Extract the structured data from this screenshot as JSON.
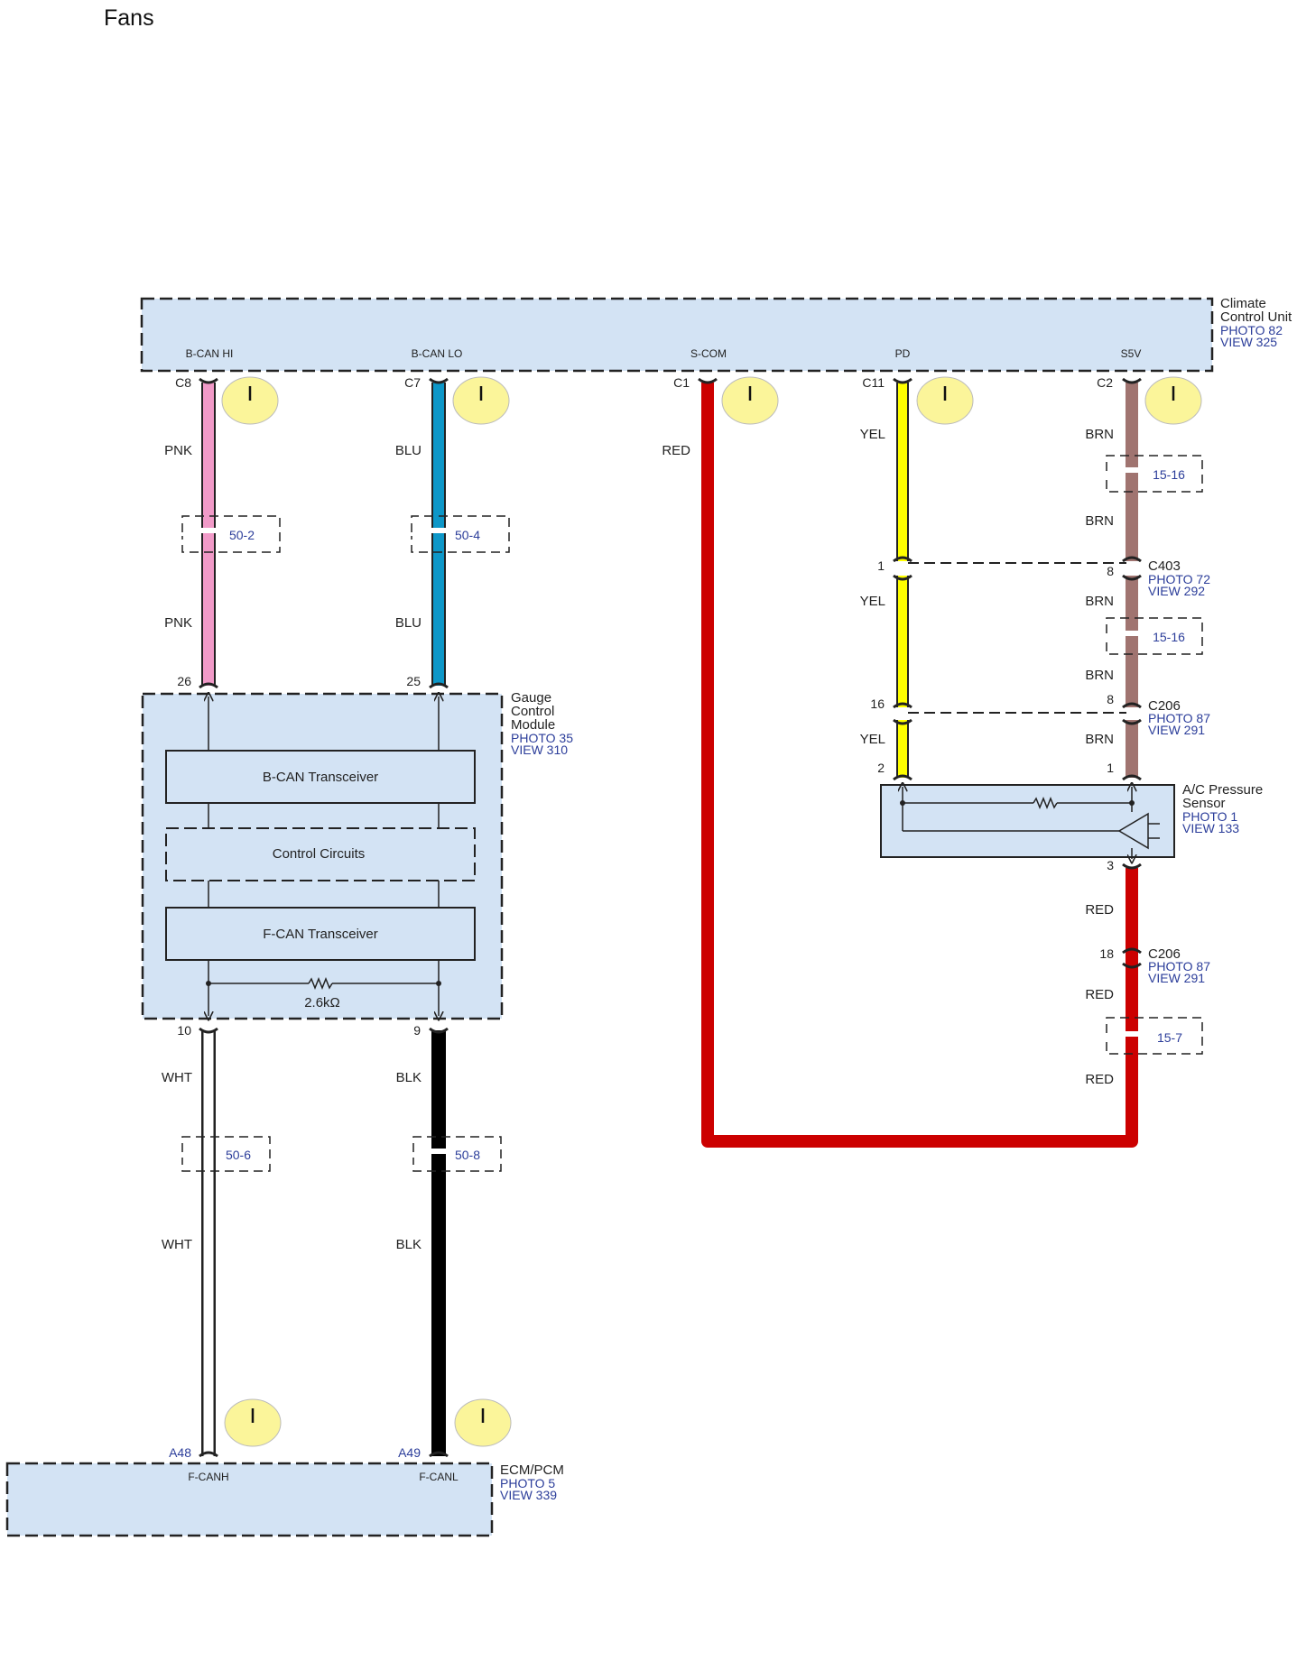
{
  "title": "Fans",
  "climate_control_unit": {
    "name_line1": "Climate",
    "name_line2": "Control Unit",
    "photo": "PHOTO 82",
    "view": "VIEW 325",
    "terminals": [
      "B-CAN HI",
      "B-CAN LO",
      "S-COM",
      "PD",
      "S5V"
    ],
    "pins": [
      "C8",
      "C7",
      "C1",
      "C11",
      "C2"
    ]
  },
  "gauge_control_module": {
    "name_line1": "Gauge",
    "name_line2": "Control",
    "name_line3": "Module",
    "photo": "PHOTO 35",
    "view": "VIEW 310",
    "b_can": "B-CAN Transceiver",
    "control": "Control  Circuits",
    "f_can": "F-CAN Transceiver",
    "resistor": "2.6kΩ",
    "pins_top": [
      "26",
      "25"
    ],
    "pins_bottom": [
      "10",
      "9"
    ]
  },
  "ecm_pcm": {
    "name": "ECM/PCM",
    "photo": "PHOTO 5",
    "view": "VIEW 339",
    "terminals": [
      "F-CANH",
      "F-CANL"
    ],
    "pins": [
      "A48",
      "A49"
    ]
  },
  "ac_pressure_sensor": {
    "name_line1": "A/C Pressure",
    "name_line2": "Sensor",
    "photo": "PHOTO 1",
    "view": "VIEW 133",
    "pins": [
      "2",
      "1",
      "3"
    ]
  },
  "connectors": {
    "c403": {
      "name": "C403",
      "photo": "PHOTO 72",
      "view": "VIEW 292",
      "pin_left": "1",
      "pin_right": "8"
    },
    "c206_a": {
      "name": "C206",
      "photo": "PHOTO 87",
      "view": "VIEW 291",
      "pin_left": "16",
      "pin_right": "8"
    },
    "c206_b": {
      "name": "C206",
      "photo": "PHOTO 87",
      "view": "VIEW 291",
      "pin": "18"
    }
  },
  "wire_colors": {
    "pnk": "PNK",
    "blu": "BLU",
    "red": "RED",
    "yel": "YEL",
    "brn": "BRN",
    "wht": "WHT",
    "blk": "BLK"
  },
  "cross_refs": [
    "50-2",
    "50-4",
    "15-16",
    "15-16",
    "15-7",
    "50-6",
    "50-8"
  ],
  "colors": {
    "box_fill": "#d3e3f4",
    "pink": "#f19ac8",
    "blue": "#0d97c8",
    "red": "#cc0000",
    "yellow": "#ffff00",
    "brown": "#a07470",
    "indicator": "#fbf59a"
  }
}
